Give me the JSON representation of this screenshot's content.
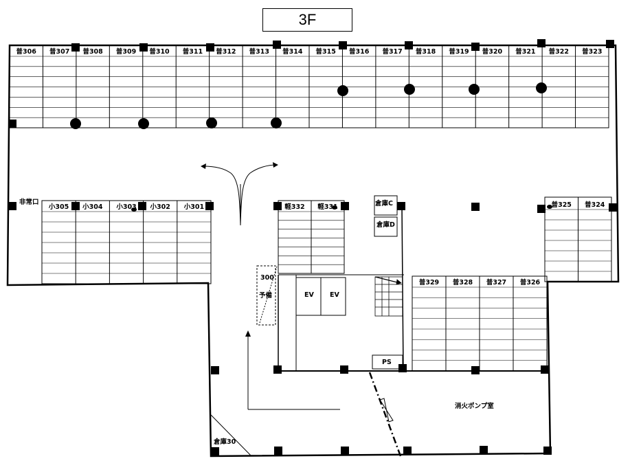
{
  "floor_label": "3F",
  "top_row": [
    "普306",
    "普307",
    "普308",
    "普309",
    "普310",
    "普311",
    "普312",
    "普313",
    "普314",
    "普315",
    "普316",
    "普317",
    "普318",
    "普319",
    "普320",
    "普321",
    "普322",
    "普323"
  ],
  "mid_left": [
    "小305",
    "小304",
    "小303",
    "小302",
    "小301"
  ],
  "exit_label": "非常口",
  "mid_center": [
    "軽332",
    "軽331"
  ],
  "storage_c": "倉庫C",
  "storage_d": "倉庫D",
  "right_pair": [
    "普325",
    "普324"
  ],
  "ev_labels": [
    "EV",
    "EV"
  ],
  "reserve_number": "300",
  "reserve_text": "予備",
  "lower_right": [
    "普329",
    "普328",
    "普327",
    "普326"
  ],
  "ps_label": "PS",
  "pump_room": "消火ポンプ室",
  "storage_30": "倉庫30"
}
